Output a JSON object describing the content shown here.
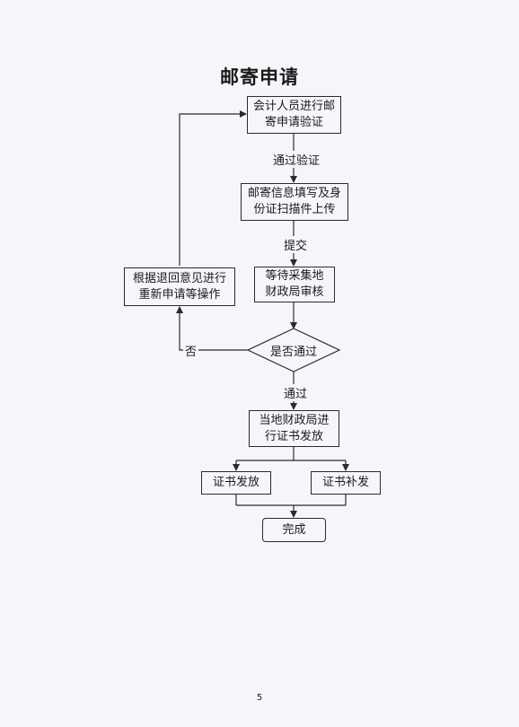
{
  "title": "邮寄申请",
  "nodes": {
    "verify": "会计人员进行邮\n寄申请验证",
    "fill_info": "邮寄信息填写及身\n份证扫描件上传",
    "await_review": "等待采集地\n财政局审核",
    "decision": "是否通过",
    "local_issue": "当地财政局进\n行证书发放",
    "cert_issue": "证书发放",
    "cert_reissue": "证书补发",
    "done": "完成",
    "reapply": "根据退回意见进行\n重新申请等操作"
  },
  "edge_labels": {
    "verify_passed": "通过验证",
    "submit": "提交",
    "rejected": "否",
    "passed": "通过"
  },
  "page_number": "5"
}
